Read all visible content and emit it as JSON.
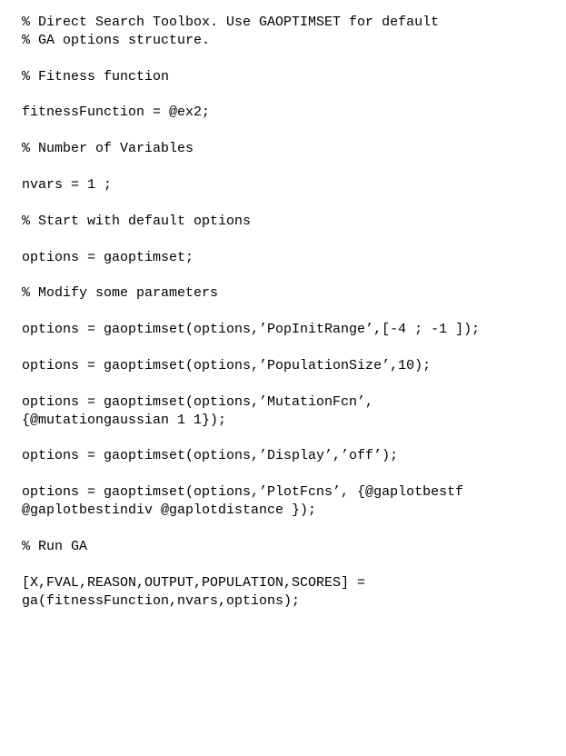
{
  "document": {
    "lines": [
      "% Direct Search Toolbox. Use GAOPTIMSET for default",
      "% GA options structure.",
      "",
      "% Fitness function",
      "",
      "fitnessFunction = @ex2;",
      "",
      "% Number of Variables",
      "",
      "nvars = 1 ;",
      "",
      "% Start with default options",
      "",
      "options = gaoptimset;",
      "",
      "% Modify some parameters",
      "",
      "options = gaoptimset(options,’PopInitRange’,[-4 ; -1 ]);",
      "",
      "options = gaoptimset(options,’PopulationSize’,10);",
      "",
      "options = gaoptimset(options,’MutationFcn’,",
      "{@mutationgaussian 1 1});",
      "",
      "options = gaoptimset(options,’Display’,’off’);",
      "",
      "options = gaoptimset(options,’PlotFcns’, {@gaplotbestf",
      "@gaplotbestindiv @gaplotdistance });",
      "",
      "% Run GA",
      "",
      "[X,FVAL,REASON,OUTPUT,POPULATION,SCORES] =",
      "ga(fitnessFunction,nvars,options);"
    ]
  }
}
